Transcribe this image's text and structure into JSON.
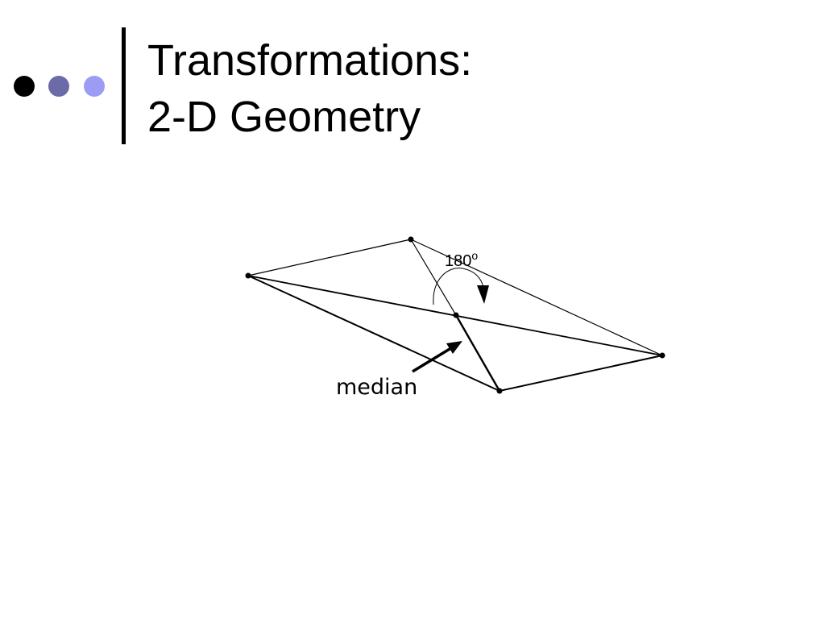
{
  "slide": {
    "title_line1": "Transformations:",
    "title_line2": "2-D Geometry"
  },
  "decor": {
    "dot_colors": [
      "#000000",
      "#6b6ba8",
      "#9c9cf5"
    ]
  },
  "diagram": {
    "angle_label": "180",
    "angle_degree_symbol": "o",
    "median_label": "median"
  }
}
